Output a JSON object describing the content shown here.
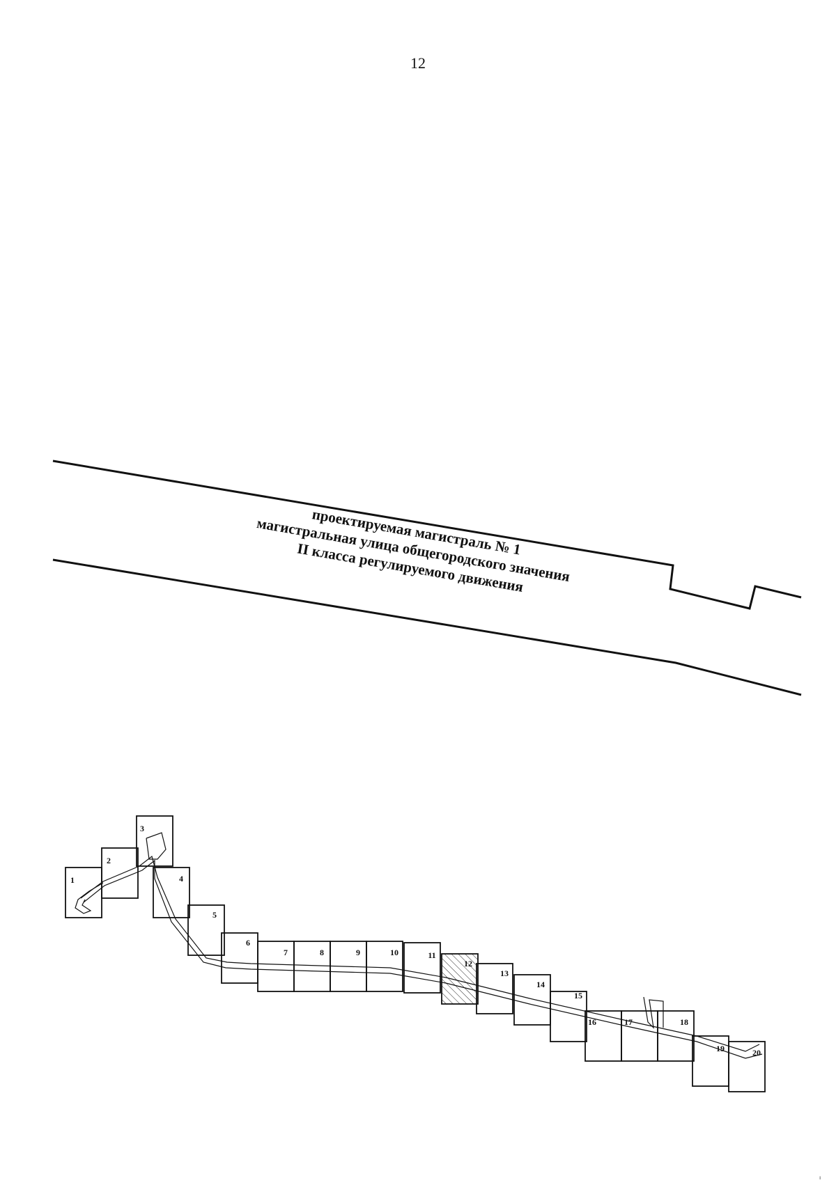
{
  "page_number": "12",
  "street": {
    "line1": "проектируемая магистраль № 1",
    "line2": "магистральная улица общегородского значения",
    "line3": "II класса регулируемого движения"
  },
  "sheets": {
    "labels": [
      "1",
      "2",
      "3",
      "4",
      "5",
      "6",
      "7",
      "8",
      "9",
      "10",
      "11",
      "12",
      "13",
      "14",
      "15",
      "16",
      "17",
      "18",
      "19",
      "20"
    ],
    "highlighted": "12"
  },
  "corner_mark": "ı"
}
